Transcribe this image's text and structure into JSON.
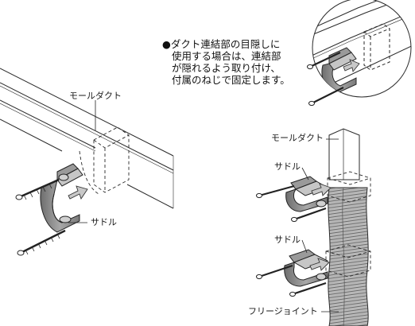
{
  "note": {
    "lines": [
      "●ダクト連結部の目隠しに",
      "使用する場合は、連結部",
      "が隠れるよう取り付け、",
      "付属のねじで固定します。"
    ]
  },
  "labels": {
    "left_duct": "モールダクト",
    "left_saddle": "サドル",
    "right_duct": "モールダクト",
    "right_saddle_upper": "サドル",
    "right_saddle_lower": "サドル",
    "free_joint": "フリージョイント"
  },
  "colors": {
    "line": "#2a2a2a",
    "saddle_fill": "#8a8a8a",
    "saddle_light": "#c9c9c9",
    "arrow_fill": "#c8c8c8",
    "joint_fill": "#bdbdbd"
  }
}
